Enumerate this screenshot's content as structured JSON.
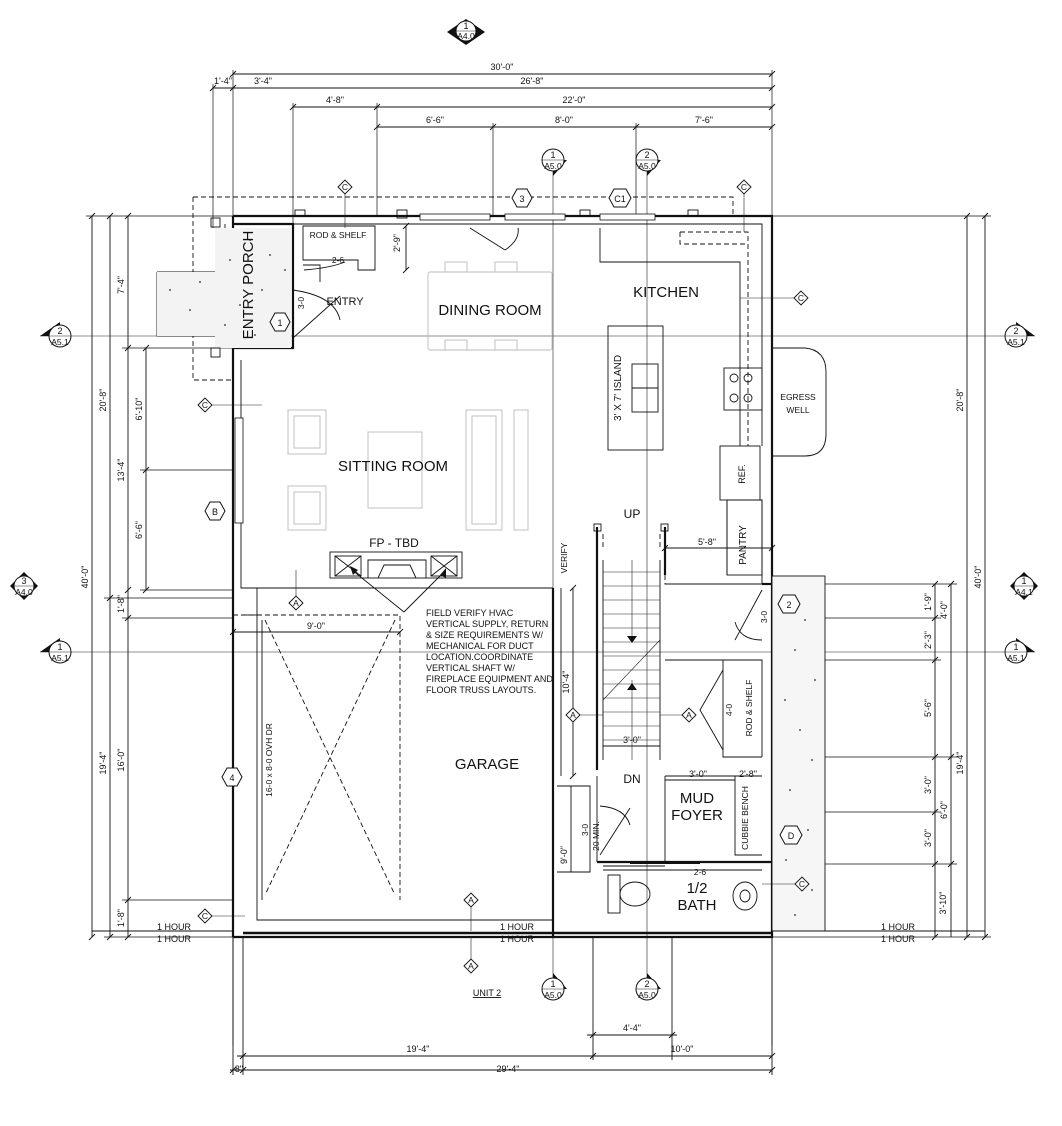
{
  "rooms": {
    "entry_porch": "ENTRY PORCH",
    "entry": "ENTRY",
    "dining_room": "DINING ROOM",
    "kitchen": "KITCHEN",
    "sitting_room": "SITTING ROOM",
    "garage": "GARAGE",
    "mud_foyer_1": "MUD",
    "mud_foyer_2": "FOYER",
    "half_bath_1": "1/2",
    "half_bath_2": "BATH",
    "pantry": "PANTRY",
    "egress_well_1": "EGRESS",
    "egress_well_2": "WELL",
    "unit": "UNIT 2"
  },
  "labels": {
    "rod_shelf_top": "ROD & SHELF",
    "rod_shelf_right": "ROD & SHELF",
    "island": "3' X 7' ISLAND",
    "fireplace": "FP - TBD",
    "ref": "REF.",
    "cubbie_bench": "CUBBIE BENCH",
    "ovh_door": "16-0 x 8-0 OVH DR",
    "verify": "VERIFY",
    "up": "UP",
    "dn": "DN",
    "twenty_min": "20 MIN.",
    "one_hour_l1": "1 HOUR",
    "one_hour_l2": "1 HOUR",
    "one_hour_c1": "1 HOUR",
    "one_hour_c2": "1 HOUR",
    "one_hour_r1": "1 HOUR",
    "one_hour_r2": "1 HOUR"
  },
  "note": [
    "FIELD VERIFY HVAC",
    "VERTICAL SUPPLY, RETURN",
    "& SIZE REQUIREMENTS W/",
    "MECHANICAL FOR DUCT",
    "LOCATION.COORDINATE",
    "VERTICAL SHAFT W/",
    "FIREPLACE EQUIPMENT AND",
    "FLOOR TRUSS LAYOUTS."
  ],
  "doors": {
    "d_2_6_top": "2-6",
    "d_3_0_entry": "3-0",
    "d_3_0_right": "3-0",
    "d_4_0": "4-0",
    "d_3_0_mud": "3-0",
    "d_2_6_bath": "2-6"
  },
  "dims": {
    "top_30_0": "30'-0\"",
    "top_1_4": "1'-4\"",
    "top_3_4": "3'-4\"",
    "top_26_8": "26'-8\"",
    "top_4_8": "4'-8\"",
    "top_22_0": "22'-0\"",
    "top_6_6": "6'-6\"",
    "top_8_0": "8'-0\"",
    "top_7_6": "7'-6\"",
    "left_40_0": "40'-0\"",
    "left_20_8": "20'-8\"",
    "left_7_4": "7'-4\"",
    "left_13_4": "13'-4\"",
    "left_6_10": "6'-10\"",
    "left_6_6": "6'-6\"",
    "left_1_8_a": "1'-8\"",
    "left_19_4": "19'-4\"",
    "left_16_0": "16'-0\"",
    "left_1_8_b": "1'-8\"",
    "right_40_0": "40'-0\"",
    "right_20_8": "20'-8\"",
    "right_19_4": "19'-4\"",
    "right_1_9": "1'-9\"",
    "right_4_0": "4'-0\"",
    "right_2_3": "2'-3\"",
    "right_5_6": "5'-6\"",
    "right_3_0_a": "3'-0\"",
    "right_6_0": "6'-0\"",
    "right_3_0_b": "3'-0\"",
    "right_3_10": "3'-10\"",
    "int_2_9": "2'-9\"",
    "int_9_0_h": "9'-0\"",
    "int_5_8": "5'-8\"",
    "int_10_4": "10'-4\"",
    "int_3_0_stair": "3'-0\"",
    "int_3_0_mud": "3'-0\"",
    "int_2_8": "2'-8\"",
    "int_9_0_v": "9'-0\"",
    "bot_4_4": "4'-4\"",
    "bot_19_4": "19'-4\"",
    "bot_10_0": "10'-0\"",
    "bot_8": "8\"",
    "bot_29_4": "29'-4\""
  },
  "tags": {
    "sec_top_num": "1",
    "sec_top_ref": "A4.0",
    "sec_left3_num": "3",
    "sec_left3_ref": "A4.0",
    "sec_right1_num": "1",
    "sec_right1_ref": "A4.1",
    "sec_l2_num": "2",
    "sec_l2_ref": "A5.1",
    "sec_r2_num": "2",
    "sec_r2_ref": "A5.1",
    "sec_l1_num": "1",
    "sec_l1_ref": "A5.1",
    "sec_r1_num": "1",
    "sec_r1_ref": "A5.1",
    "sec_t1_num": "1",
    "sec_t1_ref": "A5.0",
    "sec_t2_num": "2",
    "sec_t2_ref": "A5.0",
    "sec_b1_num": "1",
    "sec_b1_ref": "A5.0",
    "sec_b2_num": "2",
    "sec_b2_ref": "A5.0",
    "win_3": "3",
    "win_c1": "C1",
    "win_b": "B",
    "win_4": "4",
    "win_2": "2",
    "win_d": "D",
    "door_1": "1",
    "c": "C",
    "a": "A"
  }
}
